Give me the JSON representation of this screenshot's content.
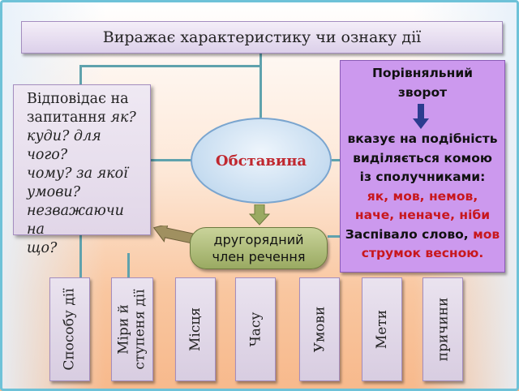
{
  "title": "Виражає характеристику чи ознаку дії",
  "center": "Обставина",
  "question": {
    "line1": "Відповідає на",
    "line2_plain": "запитання",
    "line2_italic": "як?",
    "line3": "куди? для чого?",
    "line4": "чому? за якої",
    "line5": "умови?",
    "line6": "незважаючи на",
    "line7": "що?"
  },
  "member": {
    "line1": "другорядний",
    "line2": "член речення"
  },
  "comparison": {
    "title1": "Порівняльний",
    "title2": "зворот",
    "desc1": "вказує на подібність",
    "desc2": "виділяється комою",
    "desc3": "із сполучниками:",
    "conj1": "як, мов, немов,",
    "conj2": "наче, неначе, ніби",
    "example_plain": "Заспівало слово,",
    "example_red1": "мов",
    "example_red2": "струмок весною."
  },
  "types": [
    {
      "line1": "Способу дії",
      "line2": ""
    },
    {
      "line1": "Міри й",
      "line2": "ступеня дії"
    },
    {
      "line1": "Місця",
      "line2": ""
    },
    {
      "line1": "Часу",
      "line2": ""
    },
    {
      "line1": "Умови",
      "line2": ""
    },
    {
      "line1": "Мети",
      "line2": ""
    },
    {
      "line1": "причини",
      "line2": ""
    }
  ],
  "colors": {
    "center_text": "#c0282f",
    "comparison_bg": "#cc99ee",
    "conjunction_red": "#c8171d",
    "member_bg": "#9aaa62"
  }
}
